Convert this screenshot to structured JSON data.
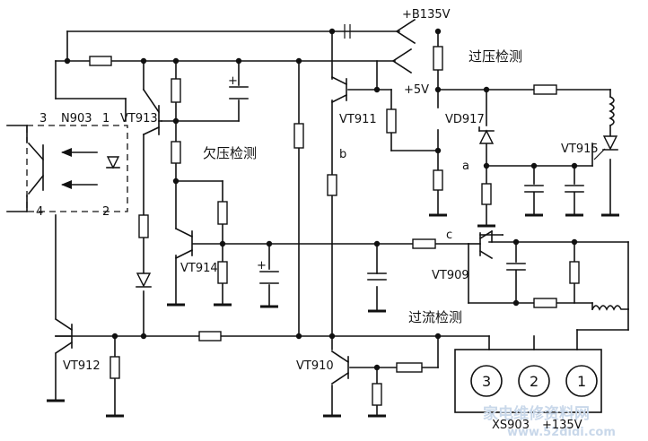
{
  "labels": {
    "b135v": "+B135V",
    "overvoltage": "过压检测",
    "plus5v": "+5V",
    "n903": "N903",
    "pin3": "3",
    "pin1": "1",
    "pin4": "4",
    "pin2": "2",
    "vt913": "VT913",
    "vt911": "VT911",
    "vd917": "VD917",
    "undervoltage": "欠压检测",
    "node_b": "b",
    "node_a": "a",
    "vt915": "VT915",
    "node_c": "c",
    "vt914": "VT914",
    "vt909": "VT909",
    "overcurrent": "过流检测",
    "vt912": "VT912",
    "vt910": "VT910",
    "conn_pin3": "3",
    "conn_pin2": "2",
    "conn_pin1": "1",
    "xs903": "XS903",
    "plus135v": "+135V"
  },
  "watermark": {
    "line1": "家电维修资料网",
    "line2": "www.52didi.com"
  }
}
